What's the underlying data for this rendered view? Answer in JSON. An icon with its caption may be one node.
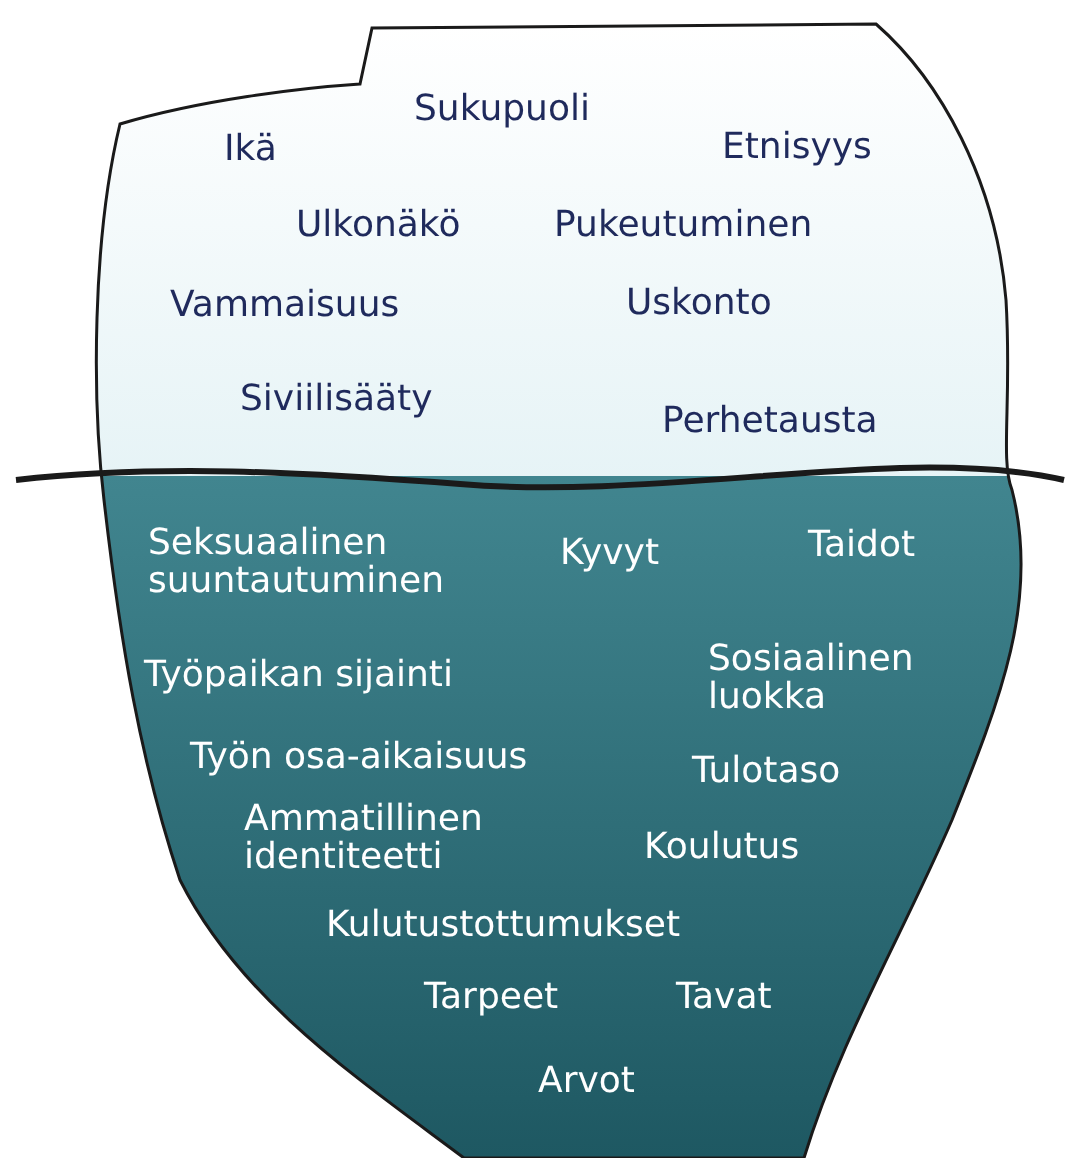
{
  "diagram": {
    "labels": [
      "Sukupuoli",
      "Ikä",
      "Etnisyys",
      "Ulkonäkö",
      "Pukeutuminen",
      "Vammaisuus",
      "Uskonto",
      "Siviilisääty",
      "Perhetausta",
      "Seksuaalinen suuntautuminen",
      "Kyvyt",
      "Taidot",
      "Työpaikan sijainti",
      "Sosiaalinen luokka",
      "Työn osa-aikaisuus",
      "Tulotaso",
      "Ammatillinen identiteetti",
      "Koulutus",
      "Kulutustottumukset",
      "Tarpeet",
      "Tavat",
      "Arvot"
    ]
  }
}
